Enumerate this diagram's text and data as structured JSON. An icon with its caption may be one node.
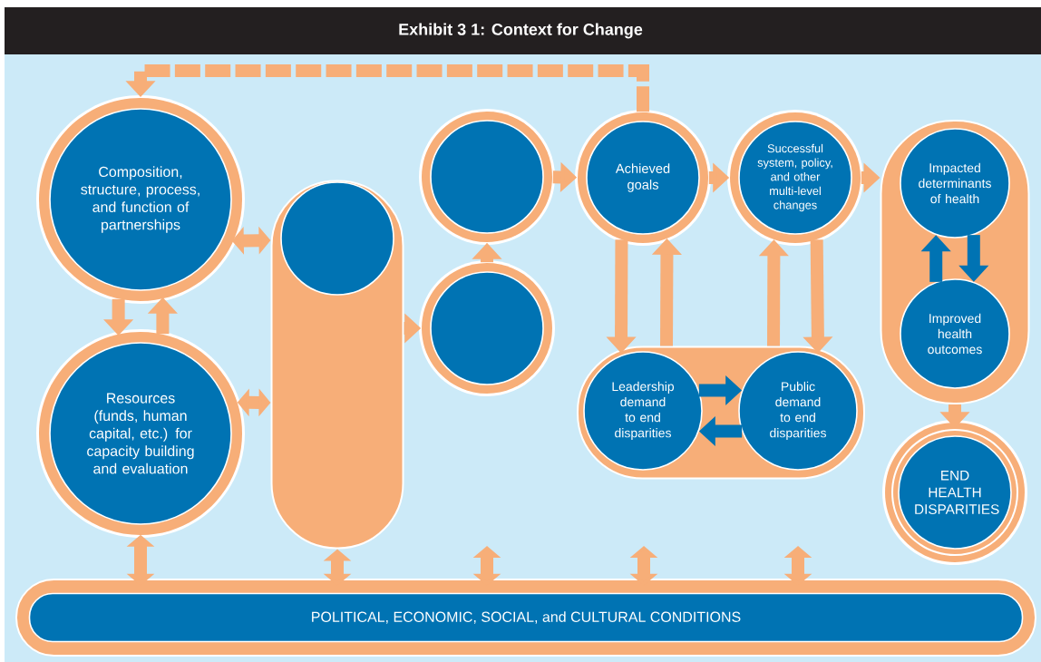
{
  "diagram": {
    "title": "Exhibit 3 1: Context for Change",
    "nodes": [
      {
        "text": [
          "Composition, structure, process, and function of partnerships"
        ]
      },
      {
        "text": [
          "Resources (funds, human capital, etc.) for capacity building and evaluation"
        ]
      },
      {
        "text": [],
        "shape": "bar"
      },
      {
        "text": [],
        "shape": "circle",
        "in": 2
      },
      {
        "text": [],
        "shape": "circle"
      },
      {
        "text": [],
        "shape": "circle"
      },
      {
        "text": [
          "Achieved goals"
        ]
      },
      {
        "text": [
          "Successful system, policy, and other multi-level changes"
        ]
      },
      {
        "text": [],
        "shape": "bar"
      },
      {
        "text": [
          "Leadership demand to end disparities"
        ],
        "in": 8
      },
      {
        "text": [
          "Public demand to end disparities"
        ],
        "in": 8
      },
      {
        "text": [],
        "shape": "bar"
      },
      {
        "text": [
          "Impacted determinants of health"
        ],
        "in": 11
      },
      {
        "text": [
          "Improved health outcomes"
        ],
        "in": 11
      },
      {
        "text": [
          "END HEALTH DISPARITIES"
        ]
      },
      {
        "text": [
          "POLITICAL, ECONOMIC, SOCIAL, and CULTURAL CONDITIONS"
        ]
      }
    ],
    "edges": [
      {
        "from": 6,
        "to": 0,
        "arrow": "to",
        "style": "dashed"
      },
      {
        "from": 0,
        "to": 2,
        "arrow": "both"
      },
      {
        "from": 1,
        "to": 2,
        "arrow": "both"
      },
      {
        "from": 0,
        "to": 1,
        "arrow": "to"
      },
      {
        "from": 1,
        "to": 0,
        "arrow": "to"
      },
      {
        "from": 2,
        "to": 5,
        "arrow": "to"
      },
      {
        "from": 5,
        "to": 4,
        "arrow": "to"
      },
      {
        "from": 4,
        "to": 6,
        "arrow": "to"
      },
      {
        "from": 6,
        "to": 7,
        "arrow": "to"
      },
      {
        "from": 7,
        "to": 11,
        "arrow": "to"
      },
      {
        "from": 6,
        "to": 8,
        "arrow": "to"
      },
      {
        "from": 8,
        "to": 6,
        "arrow": "to"
      },
      {
        "from": 8,
        "to": 7,
        "arrow": "to"
      },
      {
        "from": 7,
        "to": 8,
        "arrow": "to"
      },
      {
        "from": 9,
        "to": 10,
        "arrow": "to",
        "color": "#0073b3"
      },
      {
        "from": 10,
        "to": 9,
        "arrow": "to",
        "color": "#0073b3"
      },
      {
        "from": 12,
        "to": 13,
        "arrow": "to",
        "color": "#0073b3"
      },
      {
        "from": 13,
        "to": 12,
        "arrow": "to",
        "color": "#0073b3"
      },
      {
        "from": 11,
        "to": 14,
        "arrow": "to"
      },
      {
        "from": 1,
        "to": 15,
        "arrow": "both"
      },
      {
        "from": 2,
        "to": 15,
        "arrow": "both"
      },
      {
        "from": null,
        "to": 15,
        "arrow": "both"
      },
      {
        "from": null,
        "to": 15,
        "arrow": "both"
      },
      {
        "from": null,
        "to": 15,
        "arrow": "both"
      }
    ]
  }
}
